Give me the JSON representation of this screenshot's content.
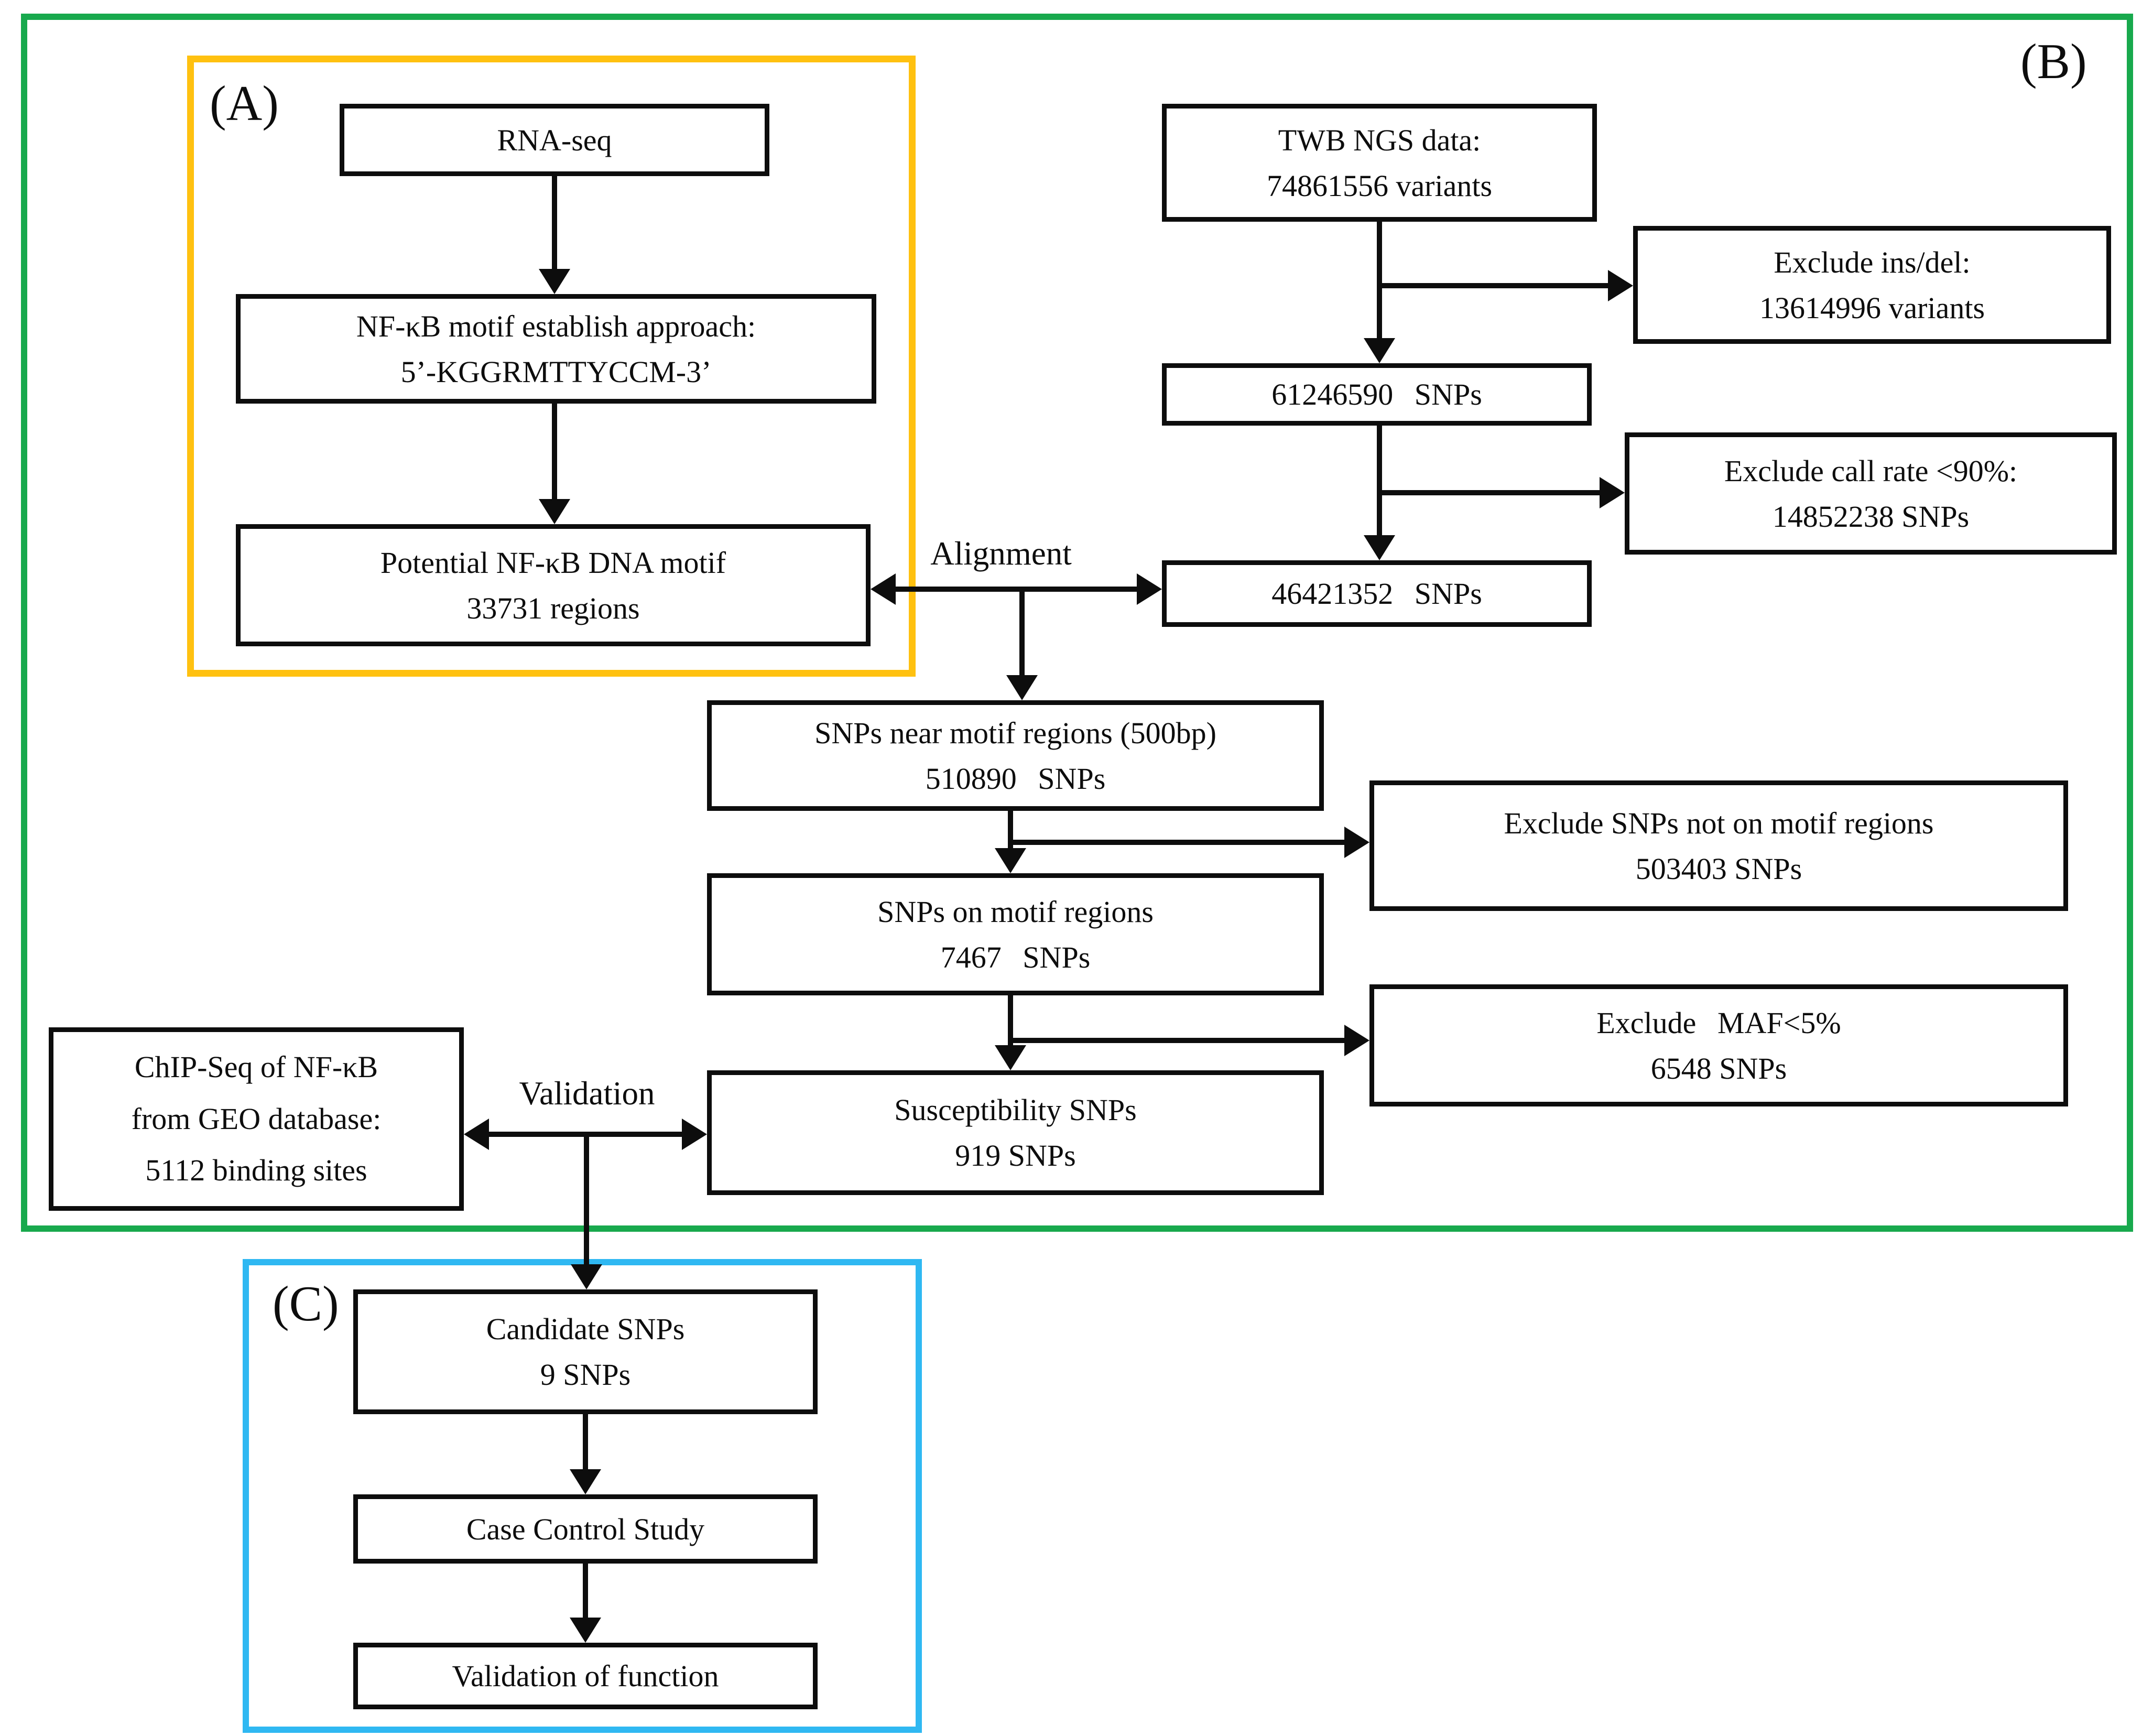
{
  "colors": {
    "panel_a_border": "#FFC110",
    "panel_b_border": "#18A94D",
    "panel_c_border": "#2FB8F2",
    "box_border": "#0d0d0d",
    "text": "#0d0d0d"
  },
  "panel_a": {
    "label": "(A)",
    "rna_seq": "RNA-seq",
    "motif_approach": {
      "line1": "NF-κB motif establish approach:",
      "line2": "5’-KGGRMTTYCCM-3’"
    },
    "potential_motif": {
      "line1": "Potential NF-κB DNA motif",
      "line2": "33731 regions"
    }
  },
  "panel_b": {
    "label": "(B)",
    "twb": {
      "line1": "TWB NGS data:",
      "line2": "74861556 variants"
    },
    "exclude_insdel": {
      "line1": "Exclude ins/del:",
      "line2": "13614996 variants"
    },
    "snps_61m": "61246590 SNPs",
    "exclude_callrate": {
      "line1": "Exclude call rate <90%:",
      "line2": "14852238 SNPs"
    },
    "snps_46m": "46421352 SNPs",
    "alignment_label": "Alignment",
    "near_motif": {
      "line1": "SNPs near motif regions (500bp)",
      "line2": "510890 SNPs"
    },
    "exclude_not_on_motif": {
      "line1": "Exclude SNPs not on motif regions",
      "line2": "503403 SNPs"
    },
    "on_motif": {
      "line1": "SNPs on motif regions",
      "line2": "7467 SNPs"
    },
    "exclude_maf": {
      "line1": "Exclude MAF<5%",
      "line2": "6548 SNPs"
    },
    "susceptibility": {
      "line1": "Susceptibility SNPs",
      "line2": "919 SNPs"
    },
    "chipseq": {
      "line1": "ChIP-Seq of NF-κB",
      "line2": "from GEO database:",
      "line3": "5112 binding sites"
    },
    "validation_label": "Validation"
  },
  "panel_c": {
    "label": "(C)",
    "candidate": {
      "line1": "Candidate SNPs",
      "line2": "9 SNPs"
    },
    "case_control": "Case Control Study",
    "validation_function": "Validation of function"
  }
}
